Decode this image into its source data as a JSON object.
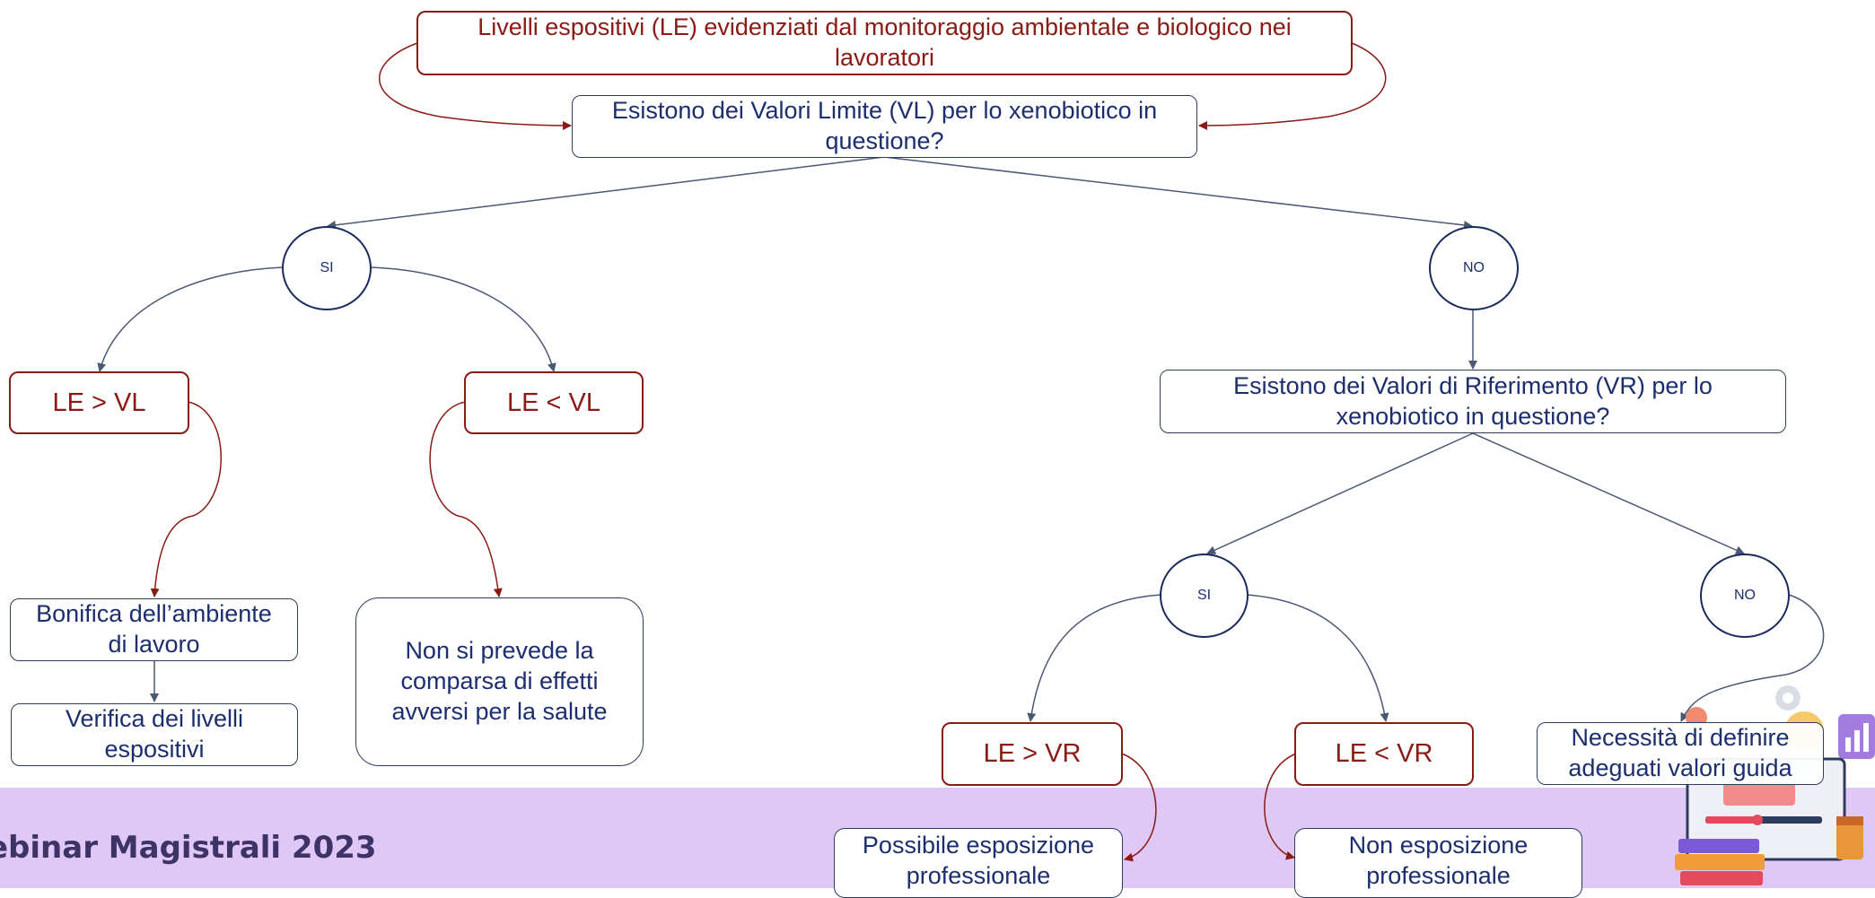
{
  "diagram": {
    "top_box": "Livelli espositivi (LE) evidenziati dal monitoraggio ambientale e biologico nei lavoratori",
    "question_vl": "Esistono dei Valori Limite (VL) per lo xenobiotico in questione?",
    "si_1": "SI",
    "no_1": "NO",
    "le_gt_vl": "LE > VL",
    "le_lt_vl": "LE < VL",
    "bonifica": "Bonifica dell’ambiente di lavoro",
    "verifica": "Verifica dei livelli espositivi",
    "non_prevede": "Non si prevede la comparsa di effetti avversi per la salute",
    "question_vr": "Esistono dei Valori di Riferimento (VR) per lo xenobiotico in questione?",
    "si_2": "SI",
    "no_2": "NO",
    "le_gt_vr": "LE > VR",
    "le_lt_vr": "LE < VR",
    "necessita": "Necessità di definire adeguati valori guida",
    "possibile": "Possibile esposizione professionale",
    "non_esposizione": "Non esposizione professionale"
  },
  "footer": {
    "title": "ebinar Magistrali 2023"
  },
  "colors": {
    "red": "#8a1a14",
    "navy": "#1c2e6e",
    "band": "#dfc8f5"
  }
}
